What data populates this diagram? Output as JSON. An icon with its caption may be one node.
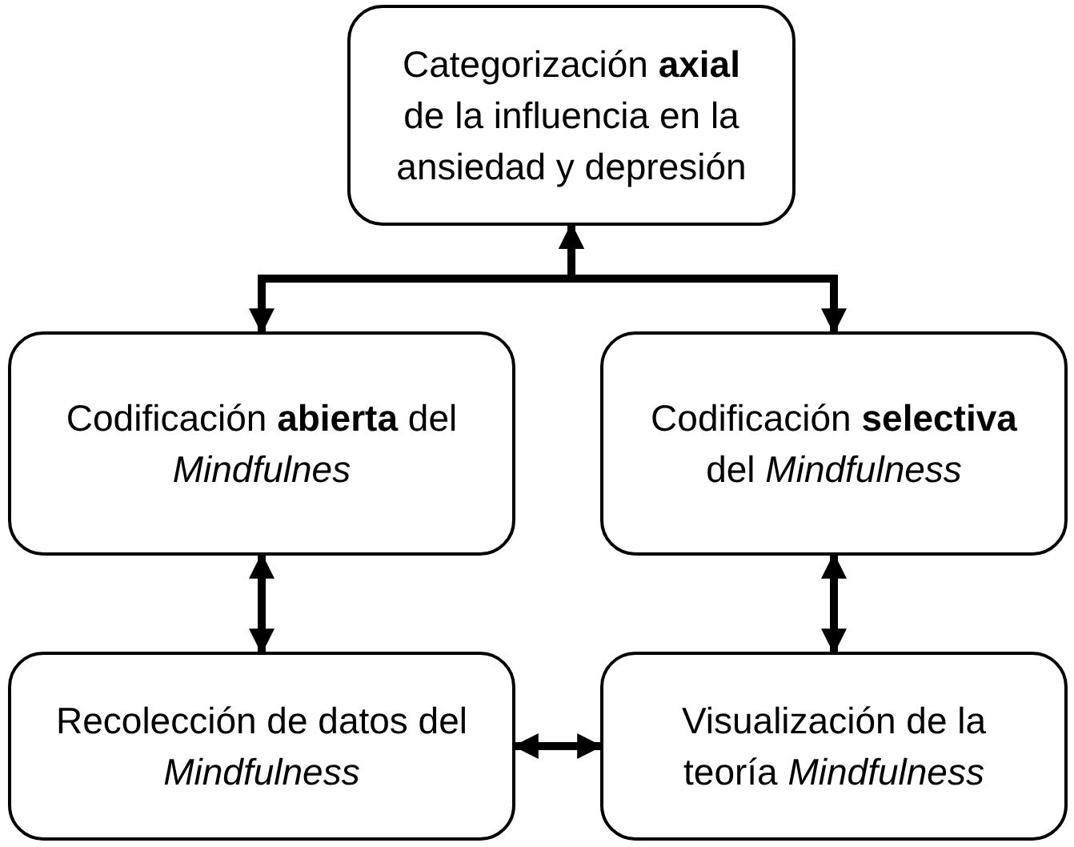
{
  "diagram": {
    "nodes": [
      {
        "text": [
          "Categorización **axial** de la influencia en la ansiedad y depresión"
        ]
      },
      {
        "text": [
          "Codificación **abierta** del *Mindfulnes*"
        ]
      },
      {
        "text": [
          "Codificación **selectiva** del *Mindfulness*"
        ]
      },
      {
        "text": [
          "Recolección de datos del *Mindfulness*"
        ]
      },
      {
        "text": [
          "Visualización de la teoría *Mindfulness*"
        ]
      }
    ],
    "edges": [
      {
        "from": 1,
        "to": 0,
        "arrow": "both"
      },
      {
        "from": 2,
        "to": 0,
        "arrow": "both"
      },
      {
        "from": 1,
        "to": 3,
        "arrow": "both"
      },
      {
        "from": 2,
        "to": 4,
        "arrow": "both"
      },
      {
        "from": 3,
        "to": 4,
        "arrow": "both"
      }
    ]
  }
}
